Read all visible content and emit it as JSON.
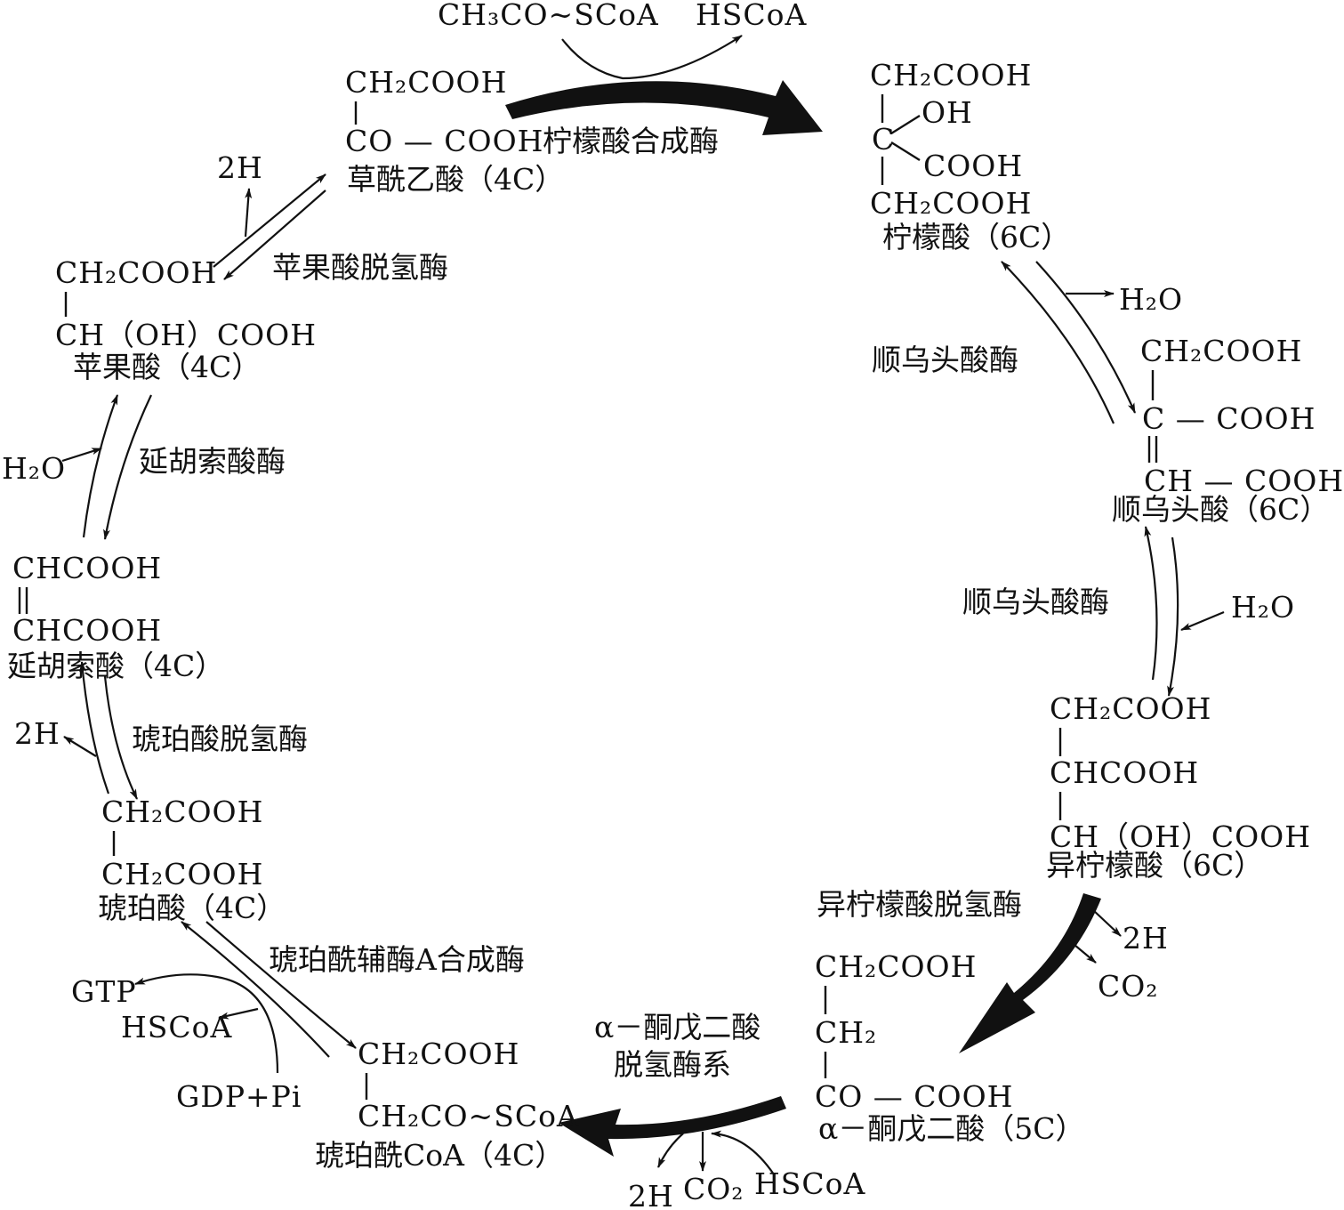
{
  "colors": {
    "ink": "#111111",
    "background": "#ffffff"
  },
  "compounds": {
    "oxaloacetate": {
      "line1": "CH₂COOH",
      "line2": "CO — COOH",
      "name": "草酰乙酸（4C）"
    },
    "citrate": {
      "line1": "CH₂COOH",
      "oh": "OH",
      "c": "C",
      "cooh": "COOH",
      "line4": "CH₂COOH",
      "name": "柠檬酸（6C）"
    },
    "cis_aconitate": {
      "line1": "CH₂COOH",
      "line2": "C — COOH",
      "line3": "CH — COOH",
      "name": "顺乌头酸（6C）"
    },
    "isocitrate": {
      "line1": "CH₂COOH",
      "line2": "CHCOOH",
      "line3": "CH（OH）COOH",
      "name": "异柠檬酸（6C）"
    },
    "alpha_ketoglutarate": {
      "line1": "CH₂COOH",
      "line2": "CH₂",
      "line3": "CO — COOH",
      "name": "α－酮戊二酸（5C）"
    },
    "succinyl_coa": {
      "line1": "CH₂COOH",
      "line2": "CH₂CO~SCoA",
      "name": "琥珀酰CoA（4C）"
    },
    "succinate": {
      "line1": "CH₂COOH",
      "line2": "CH₂COOH",
      "name": "琥珀酸（4C）"
    },
    "fumarate": {
      "line1": "CHCOOH",
      "line2": "CHCOOH",
      "name": "延胡索酸（4C）"
    },
    "malate": {
      "line1": "CH₂COOH",
      "line2": "CH（OH）COOH",
      "name": "苹果酸（4C）"
    }
  },
  "enzymes": {
    "citrate_synthase": "柠檬酸合成酶",
    "aconitase_1": "顺乌头酸酶",
    "aconitase_2": "顺乌头酸酶",
    "isocitrate_dehydrogenase": "异柠檬酸脱氢酶",
    "akg_dehydrogenase_line1": "α－酮戊二酸",
    "akg_dehydrogenase_line2": "脱氢酶系",
    "succinyl_coa_synthetase": "琥珀酰辅酶A合成酶",
    "succinate_dehydrogenase": "琥珀酸脱氢酶",
    "fumarase": "延胡索酸酶",
    "malate_dehydrogenase": "苹果酸脱氢酶"
  },
  "side_species": {
    "acetyl_coa": "CH₃CO~SCoA",
    "hscoa_out_top": "HSCoA",
    "h2o_out_citrate": "H₂O",
    "h2o_in_aconitate": "H₂O",
    "two_h_isocitrate": "2H",
    "co2_isocitrate": "CO₂",
    "hscoa_in_akg": "HSCoA",
    "two_h_akg": "2H",
    "co2_akg": "CO₂",
    "gtp": "GTP",
    "hscoa_out_succinyl": "HSCoA",
    "gdp_pi": "GDP+Pi",
    "two_h_succinate": "2H",
    "h2o_in_fumarate": "H₂O",
    "two_h_malate": "2H"
  }
}
